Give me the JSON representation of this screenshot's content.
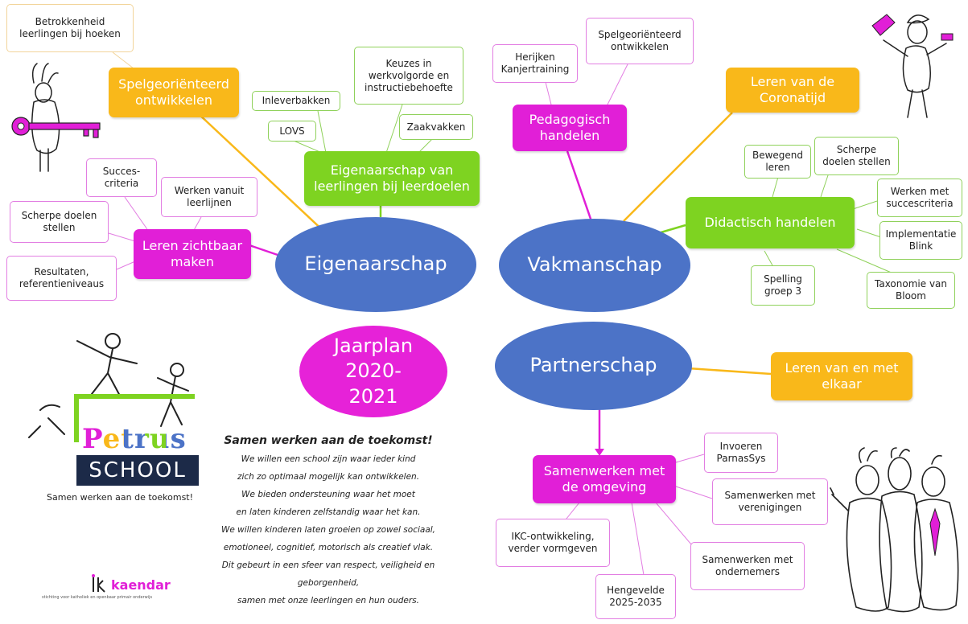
{
  "center": {
    "title": "Jaarplan 2020-2021"
  },
  "main_topics": {
    "eigenaarschap": "Eigenaarschap",
    "vakmanschap": "Vakmanschap",
    "partnerschap": "Partnerschap"
  },
  "eigenaarschap": {
    "spelgeorienteerd": "Spelgeoriënteerd ontwikkelen",
    "betrokkenheid": "Betrokkenheid leerlingen bij hoeken",
    "eigenaarschap_leerdoelen": "Eigenaarschap van leerlingen bij leerdoelen",
    "inleverbakken": "Inleverbakken",
    "lovs": "LOVS",
    "keuzes": "Keuzes in werkvolgorde en instructiebehoefte",
    "zaakvakken": "Zaakvakken",
    "leren_zichtbaar": "Leren zichtbaar maken",
    "succescriteria": "Succes-criteria",
    "werken_leerlijnen": "Werken vanuit leerlijnen",
    "scherpe_doelen": "Scherpe doelen stellen",
    "resultaten": "Resultaten, referentieniveaus"
  },
  "vakmanschap": {
    "pedagogisch": "Pedagogisch handelen",
    "herijken": "Herijken Kanjertraining",
    "spelgeorienteerd": "Spelgeoriënteerd ontwikkelen",
    "corona": "Leren van de Coronatijd",
    "didactisch": "Didactisch handelen",
    "bewegend": "Bewegend leren",
    "scherpe_doelen": "Scherpe doelen stellen",
    "werken_succes": "Werken met succescriteria",
    "blink": "Implementatie Blink",
    "taxonomie": "Taxonomie van Bloom",
    "spelling": "Spelling groep 3"
  },
  "partnerschap": {
    "leren_elkaar": "Leren van en met elkaar",
    "samenwerken_omgeving": "Samenwerken met de omgeving",
    "parnassys": "Invoeren ParnasSys",
    "verenigingen": "Samenwerken met verenigingen",
    "ondernemers": "Samenwerken met ondernemers",
    "hengevelde": "Hengevelde 2025-2035",
    "ikc": "IKC-ontwikkeling, verder vormgeven"
  },
  "logo": {
    "petrus": "Petrus",
    "school": "SCHOOL",
    "tagline": "Samen werken aan de toekomst!"
  },
  "motto": {
    "heading": "Samen werken aan de toekomst!",
    "lines": [
      "We willen een school zijn waar ieder kind",
      "zich zo optimaal mogelijk kan ontwikkelen.",
      "We bieden ondersteuning waar het moet",
      "en laten kinderen zelfstandig waar het kan.",
      "We willen kinderen laten groeien op zowel sociaal,",
      "emotioneel, cognitief, motorisch als creatief vlak.",
      "Dit gebeurt in een sfeer van respect, veiligheid en geborgenheid,",
      "samen met onze leerlingen en hun ouders."
    ]
  },
  "kaendar": {
    "name": "kaendar",
    "subtitle": "stichting voor katholiek en openbaar primair onderwijs"
  },
  "colors": {
    "blue": "#4c73c7",
    "magenta": "#e11fd7",
    "green": "#7ed321",
    "yellow": "#f9b81a"
  }
}
